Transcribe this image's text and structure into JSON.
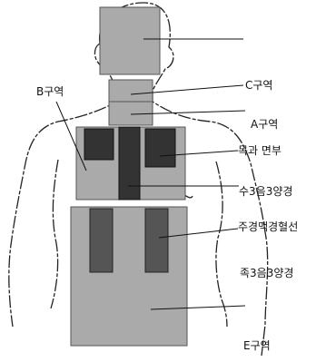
{
  "labels": {
    "c_zone": "C구역",
    "a_zone": "A구역",
    "b_zone": "B구역",
    "neck_face": "목과 면부",
    "hand_meridian": "수3음3양경",
    "principal_vessel": "주경맥경혈선",
    "foot_meridian": "족3음3양경",
    "e_zone": "E구역"
  },
  "colors": {
    "zone_fill": "#aaaaaa",
    "zone_stroke": "#555555",
    "dark_block": "#333333",
    "stripe": "#555555",
    "body_outline": "#222222",
    "leader_line": "#111111"
  }
}
